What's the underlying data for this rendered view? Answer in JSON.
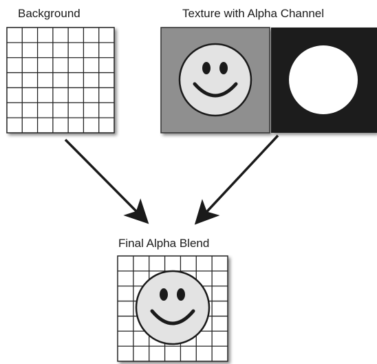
{
  "labels": {
    "background": "Background",
    "texture": "Texture with Alpha Channel",
    "final": "Final Alpha Blend"
  },
  "colors": {
    "grid_line": "#222222",
    "texture_panel": "#8f8f8f",
    "alpha_panel": "#1b1b1b",
    "face_fill": "#e3e3e3",
    "alpha_circle": "#ffffff",
    "ink": "#1a1a1a"
  },
  "icons": {
    "smiley": "smiley-face-icon",
    "alpha_mask": "alpha-mask-circle"
  }
}
